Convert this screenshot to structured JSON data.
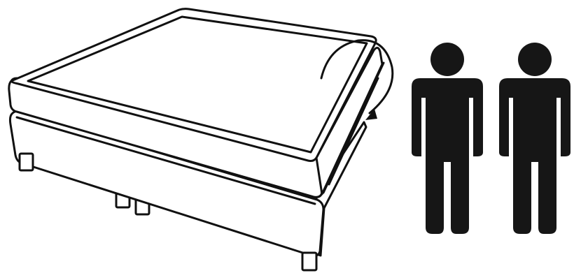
{
  "diagram": {
    "object": "boxspring-bed-with-topper",
    "action": "two-people-lift-and-turn-mattress",
    "people_count": 2,
    "colors": {
      "outline": "#111111",
      "person": "#161616",
      "background": "#ffffff"
    }
  }
}
